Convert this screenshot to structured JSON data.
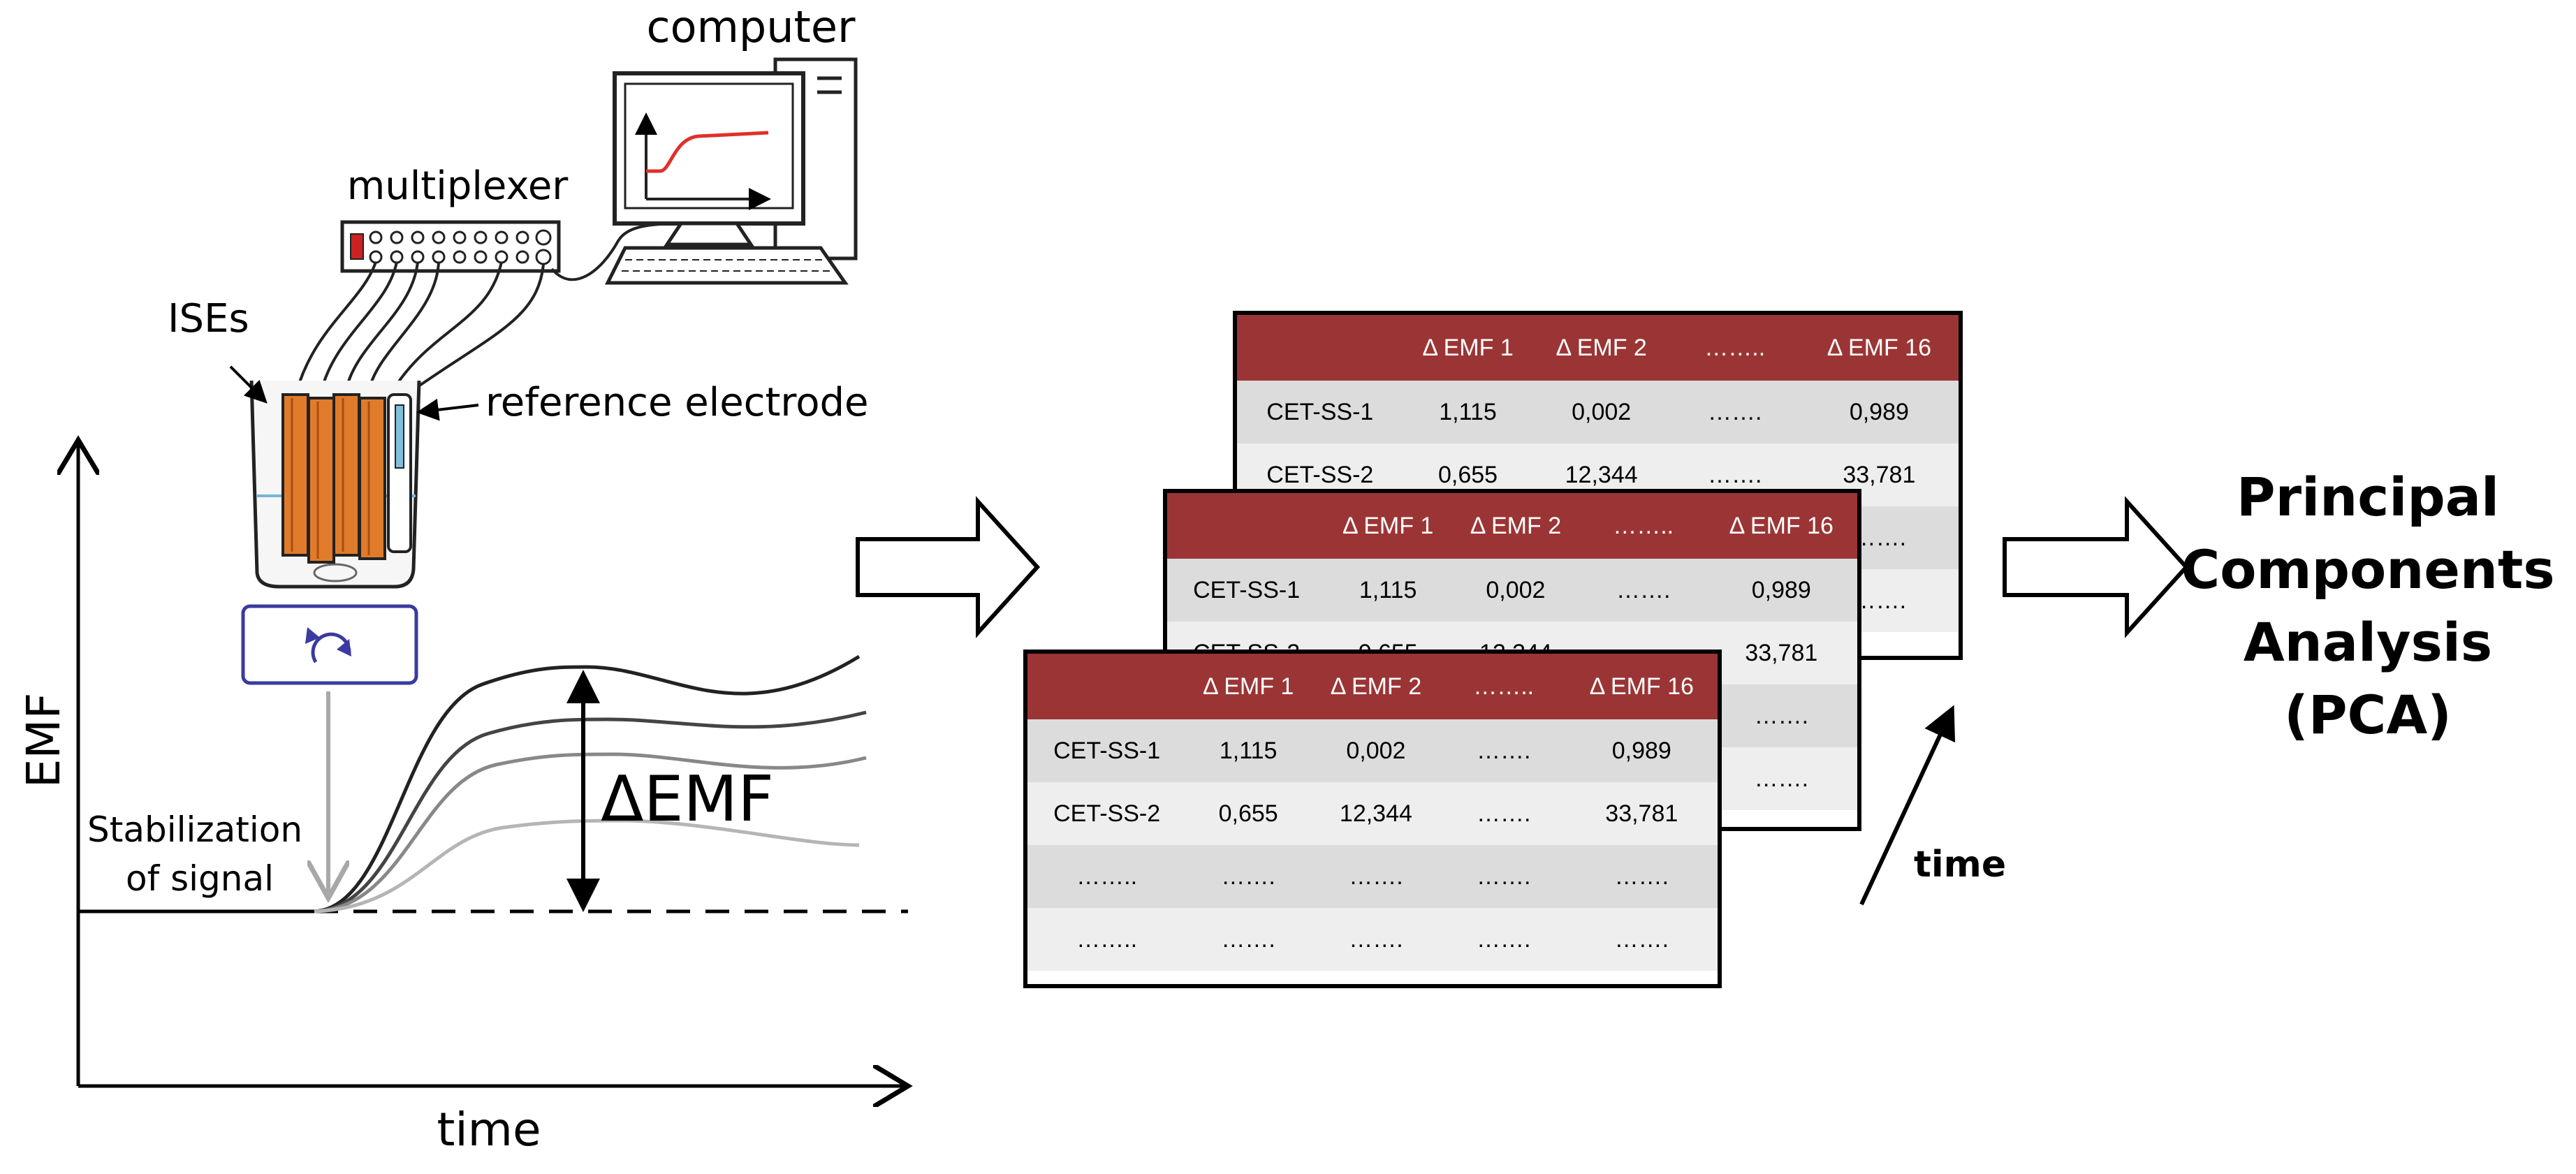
{
  "labels": {
    "computer": "computer",
    "multiplexer": "multiplexer",
    "ises": "ISEs",
    "reference_electrode": "reference electrode",
    "emf_axis": "EMF",
    "time_axis": "time",
    "stabilization_line1": "Stabilization",
    "stabilization_line2": "of signal",
    "delta_emf": "ΔEMF",
    "time_arrow": "time"
  },
  "pca": {
    "line1": "Principal",
    "line2": "Components",
    "line3": "Analysis",
    "line4": "(PCA)"
  },
  "table": {
    "headers": [
      "",
      "Δ EMF 1",
      "Δ EMF 2",
      "……..",
      "Δ EMF 16"
    ],
    "rows": [
      [
        "CET-SS-1",
        "1,115",
        "0,002",
        "…….",
        "0,989"
      ],
      [
        "CET-SS-2",
        "0,655",
        "12,344",
        "…….",
        "33,781"
      ],
      [
        "……..",
        "…….",
        "…….",
        "…….",
        "……."
      ],
      [
        "……..",
        "…….",
        "…….",
        "…….",
        "……."
      ]
    ]
  },
  "colors": {
    "table_header": "#9b3535",
    "electrode_orange": "#e07b2c",
    "stirrer_blue": "#3a3aa0",
    "monitor_curve": "#e0302a"
  }
}
